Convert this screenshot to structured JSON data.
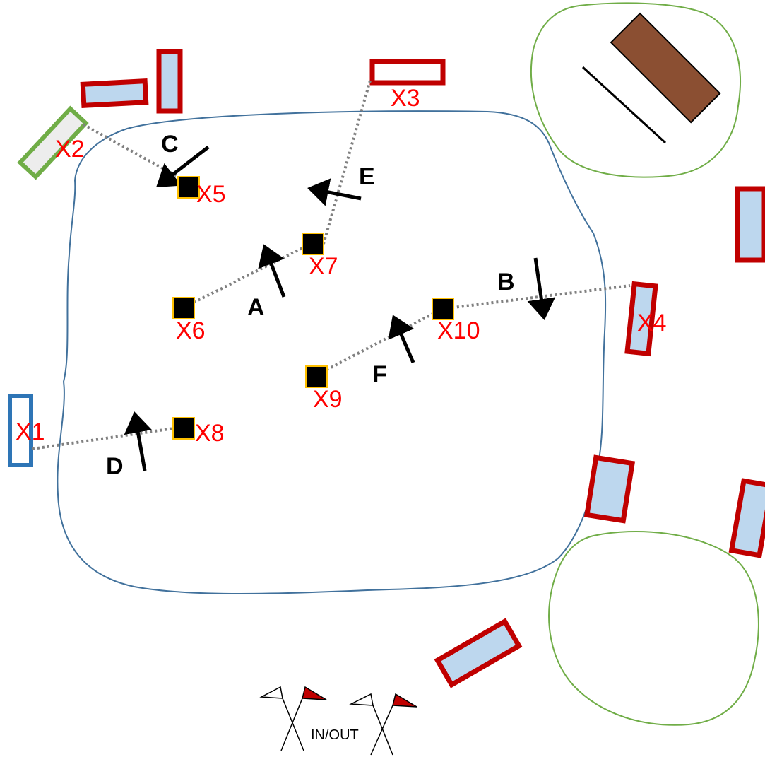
{
  "stations": {
    "x1": "X1",
    "x2": "X2",
    "x3": "X3",
    "x4": "X4",
    "x5": "X5",
    "x6": "X6",
    "x7": "X7",
    "x8": "X8",
    "x9": "X9",
    "x10": "X10"
  },
  "directions": {
    "a": "A",
    "b": "B",
    "c": "C",
    "d": "D",
    "e": "E",
    "f": "F"
  },
  "gate_label": "IN/OUT",
  "colors": {
    "node_fill": "#000000",
    "node_border": "#ffc000",
    "link_line": "#808080",
    "boundary": "#41719c",
    "pond": "#70ad47",
    "cell_border": "#c00000",
    "cell_fill": "#bdd7ee",
    "x1_border": "#2e75b6",
    "x2_border": "#70ad47",
    "building": "#8b4f32",
    "label_red": "#ff0000",
    "flag_red": "#c00000"
  }
}
